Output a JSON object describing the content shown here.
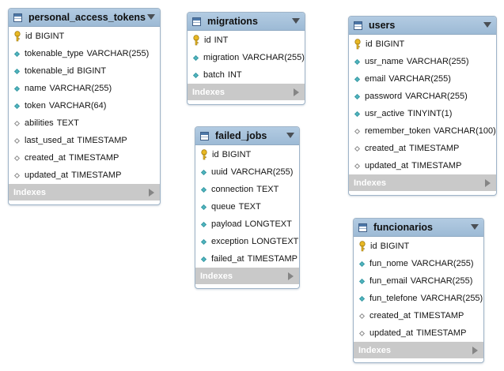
{
  "tables": [
    {
      "name": "personal_access_tokens",
      "columns": [
        {
          "name": "id",
          "type": "BIGINT",
          "kind": "pk"
        },
        {
          "name": "tokenable_type",
          "type": "VARCHAR(255)",
          "kind": "notnull"
        },
        {
          "name": "tokenable_id",
          "type": "BIGINT",
          "kind": "notnull"
        },
        {
          "name": "name",
          "type": "VARCHAR(255)",
          "kind": "notnull"
        },
        {
          "name": "token",
          "type": "VARCHAR(64)",
          "kind": "notnull"
        },
        {
          "name": "abilities",
          "type": "TEXT",
          "kind": "nullable"
        },
        {
          "name": "last_used_at",
          "type": "TIMESTAMP",
          "kind": "nullable"
        },
        {
          "name": "created_at",
          "type": "TIMESTAMP",
          "kind": "nullable"
        },
        {
          "name": "updated_at",
          "type": "TIMESTAMP",
          "kind": "nullable"
        }
      ],
      "indexes_label": "Indexes"
    },
    {
      "name": "migrations",
      "columns": [
        {
          "name": "id",
          "type": "INT",
          "kind": "pk"
        },
        {
          "name": "migration",
          "type": "VARCHAR(255)",
          "kind": "notnull"
        },
        {
          "name": "batch",
          "type": "INT",
          "kind": "notnull"
        }
      ],
      "indexes_label": "Indexes"
    },
    {
      "name": "users",
      "columns": [
        {
          "name": "id",
          "type": "BIGINT",
          "kind": "pk"
        },
        {
          "name": "usr_name",
          "type": "VARCHAR(255)",
          "kind": "notnull"
        },
        {
          "name": "email",
          "type": "VARCHAR(255)",
          "kind": "notnull"
        },
        {
          "name": "password",
          "type": "VARCHAR(255)",
          "kind": "notnull"
        },
        {
          "name": "usr_active",
          "type": "TINYINT(1)",
          "kind": "notnull"
        },
        {
          "name": "remember_token",
          "type": "VARCHAR(100)",
          "kind": "nullable"
        },
        {
          "name": "created_at",
          "type": "TIMESTAMP",
          "kind": "nullable"
        },
        {
          "name": "updated_at",
          "type": "TIMESTAMP",
          "kind": "nullable"
        }
      ],
      "indexes_label": "Indexes"
    },
    {
      "name": "failed_jobs",
      "columns": [
        {
          "name": "id",
          "type": "BIGINT",
          "kind": "pk"
        },
        {
          "name": "uuid",
          "type": "VARCHAR(255)",
          "kind": "notnull"
        },
        {
          "name": "connection",
          "type": "TEXT",
          "kind": "notnull"
        },
        {
          "name": "queue",
          "type": "TEXT",
          "kind": "notnull"
        },
        {
          "name": "payload",
          "type": "LONGTEXT",
          "kind": "notnull"
        },
        {
          "name": "exception",
          "type": "LONGTEXT",
          "kind": "notnull"
        },
        {
          "name": "failed_at",
          "type": "TIMESTAMP",
          "kind": "notnull"
        }
      ],
      "indexes_label": "Indexes"
    },
    {
      "name": "funcionarios",
      "columns": [
        {
          "name": "id",
          "type": "BIGINT",
          "kind": "pk"
        },
        {
          "name": "fun_nome",
          "type": "VARCHAR(255)",
          "kind": "notnull"
        },
        {
          "name": "fun_email",
          "type": "VARCHAR(255)",
          "kind": "notnull"
        },
        {
          "name": "fun_telefone",
          "type": "VARCHAR(255)",
          "kind": "notnull"
        },
        {
          "name": "created_at",
          "type": "TIMESTAMP",
          "kind": "nullable"
        },
        {
          "name": "updated_at",
          "type": "TIMESTAMP",
          "kind": "nullable"
        }
      ],
      "indexes_label": "Indexes"
    }
  ],
  "icons": {
    "table": "table-icon",
    "primary_key": "key-icon",
    "not_null_column": "filled-diamond-icon",
    "nullable_column": "empty-diamond-icon",
    "collapse": "collapse-arrow-icon",
    "expand": "expand-arrow-icon"
  },
  "colors": {
    "header": "#a9c4dd",
    "key": "#e8b824",
    "notnull_diamond": "#4fb6c0",
    "indexes_bar": "#c9c9c9"
  }
}
